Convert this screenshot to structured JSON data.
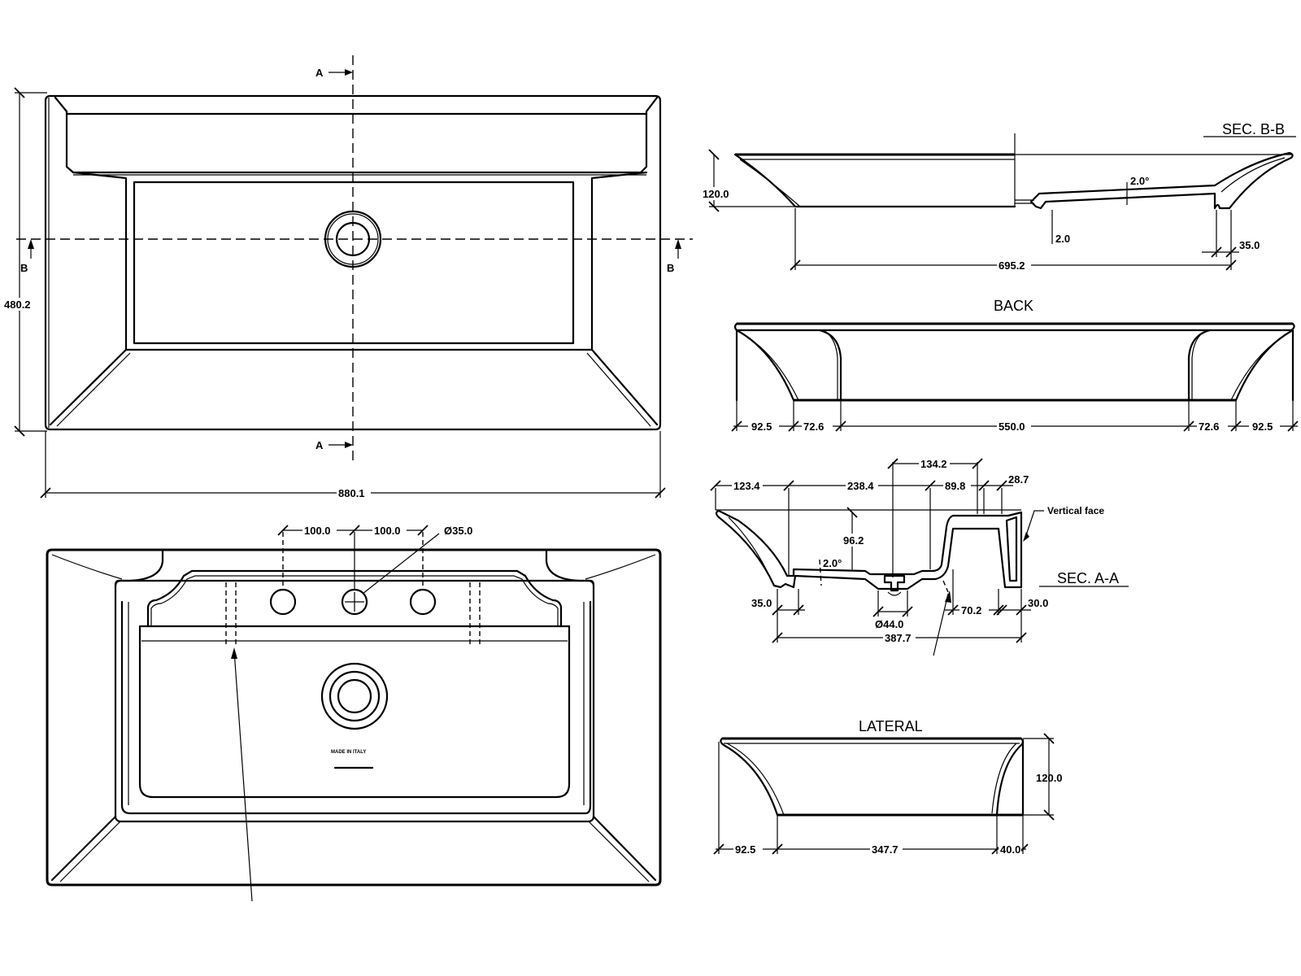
{
  "drawing": {
    "subject": "Washbasin technical drawing",
    "units": "mm"
  },
  "top_view": {
    "section_marker_a": "A",
    "section_marker_b": "B",
    "dim_width": "880.1",
    "dim_depth": "480.2"
  },
  "underside_view": {
    "dim_tap_spacing_left": "100.0",
    "dim_tap_spacing_right": "100.0",
    "dim_tap_hole_diameter": "Ø35.0",
    "stamp_text": "MADE IN ITALY"
  },
  "sec_bb": {
    "title": "SEC. B-B",
    "dim_height": "120.0",
    "dim_slope": "2.0°",
    "dim_thickness": "2.0",
    "dim_rib": "35.0",
    "dim_base_length": "695.2"
  },
  "back": {
    "title": "BACK",
    "dims": [
      "92.5",
      "72.6",
      "550.0",
      "72.6",
      "92.5"
    ]
  },
  "sec_aa": {
    "title": "SEC. A-A",
    "dim_top": [
      "123.4",
      "238.4",
      "89.8",
      "28.7"
    ],
    "dim_drain_offset": "134.2",
    "dim_depth": "96.2",
    "dim_slope": "2.0°",
    "dim_left_rib": "35.0",
    "dim_drain_diameter": "Ø44.0",
    "dim_right_cavity": "70.2",
    "dim_right_wall": "30.0",
    "dim_base": "387.7",
    "callout": "Vertical face"
  },
  "lateral": {
    "title": "LATERAL",
    "dim_height": "120.0",
    "dims": [
      "92.5",
      "347.7",
      "40.0"
    ]
  }
}
